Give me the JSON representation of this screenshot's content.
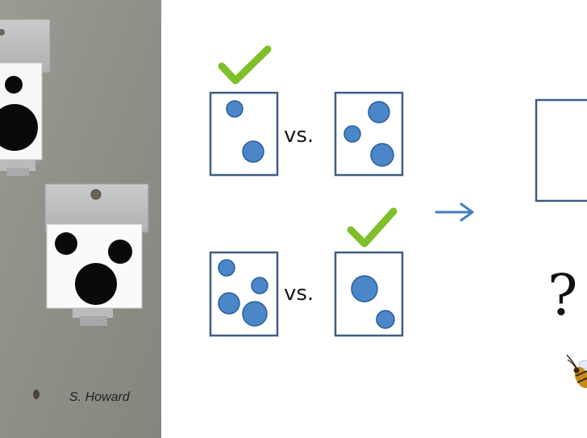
{
  "photo": {
    "credit": "S. Howard"
  },
  "diagram": {
    "vs_labels": [
      "vs.",
      "vs."
    ],
    "question_mark": "?",
    "colors": {
      "dot": "#4a86c8",
      "dot_stroke": "#2c5e9a",
      "card_border": "#3f5d82",
      "check": "#7fbf2a",
      "arrow": "#3f7fc1"
    },
    "icons": [
      "checkmark-icon",
      "arrow-right-icon",
      "bee-icon"
    ]
  }
}
